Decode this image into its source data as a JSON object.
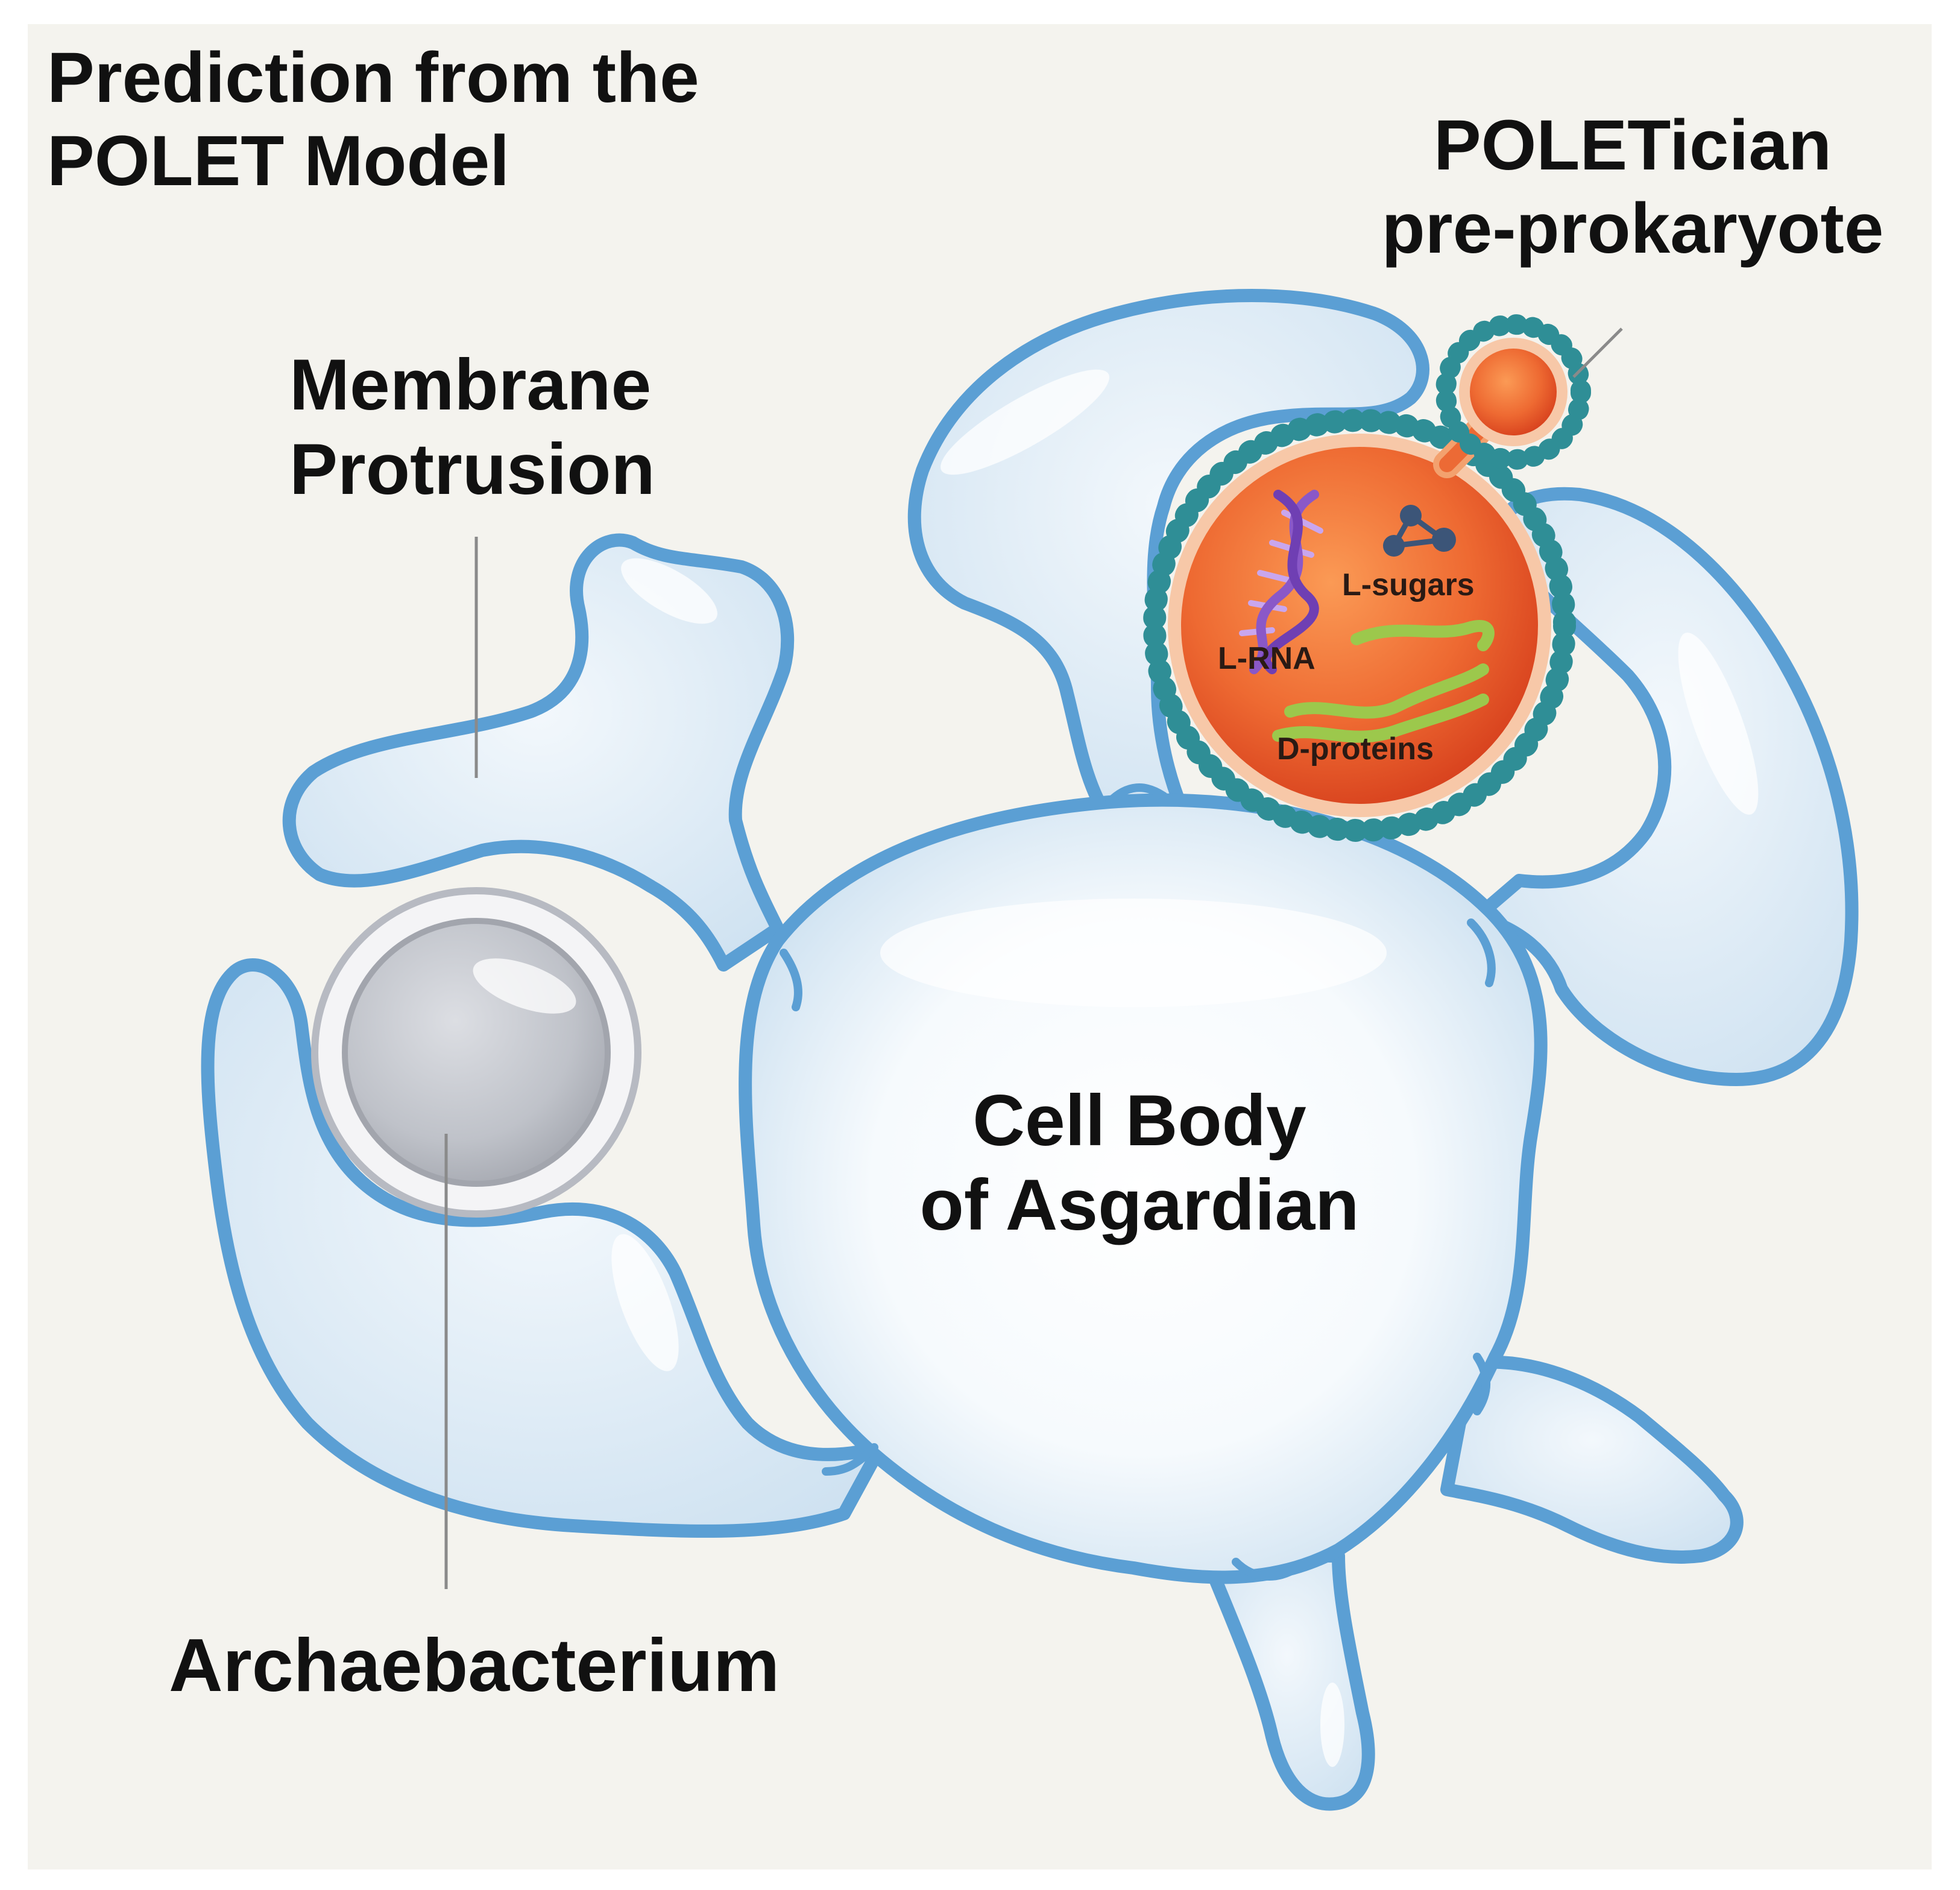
{
  "title": {
    "line1": "Prediction from the",
    "line2": "POLET Model"
  },
  "labels": {
    "membrane_protrusion": {
      "line1": "Membrane",
      "line2": "Protrusion"
    },
    "poletician": {
      "line1": "POLETician",
      "line2": "pre-prokaryote"
    },
    "cell_body": {
      "line1": "Cell Body",
      "line2": "of Asgardian"
    },
    "archaebacterium": "Archaebacterium"
  },
  "vesicle_contents": {
    "sugars": "L-sugars",
    "rna": "L-RNA",
    "proteins": "D-proteins"
  },
  "colors": {
    "background": "#f4f3ee",
    "cell_fill": "#dcebf6",
    "cell_outline": "#5b9fd4",
    "vesicle_fill": "#e8542a",
    "membrane_beads": "#2f8e96",
    "dna": "#8a58c8",
    "proteins": "#9cc84c",
    "sugar_molecule": "#3c5578",
    "archaebacterium": "#c2c5cb"
  }
}
